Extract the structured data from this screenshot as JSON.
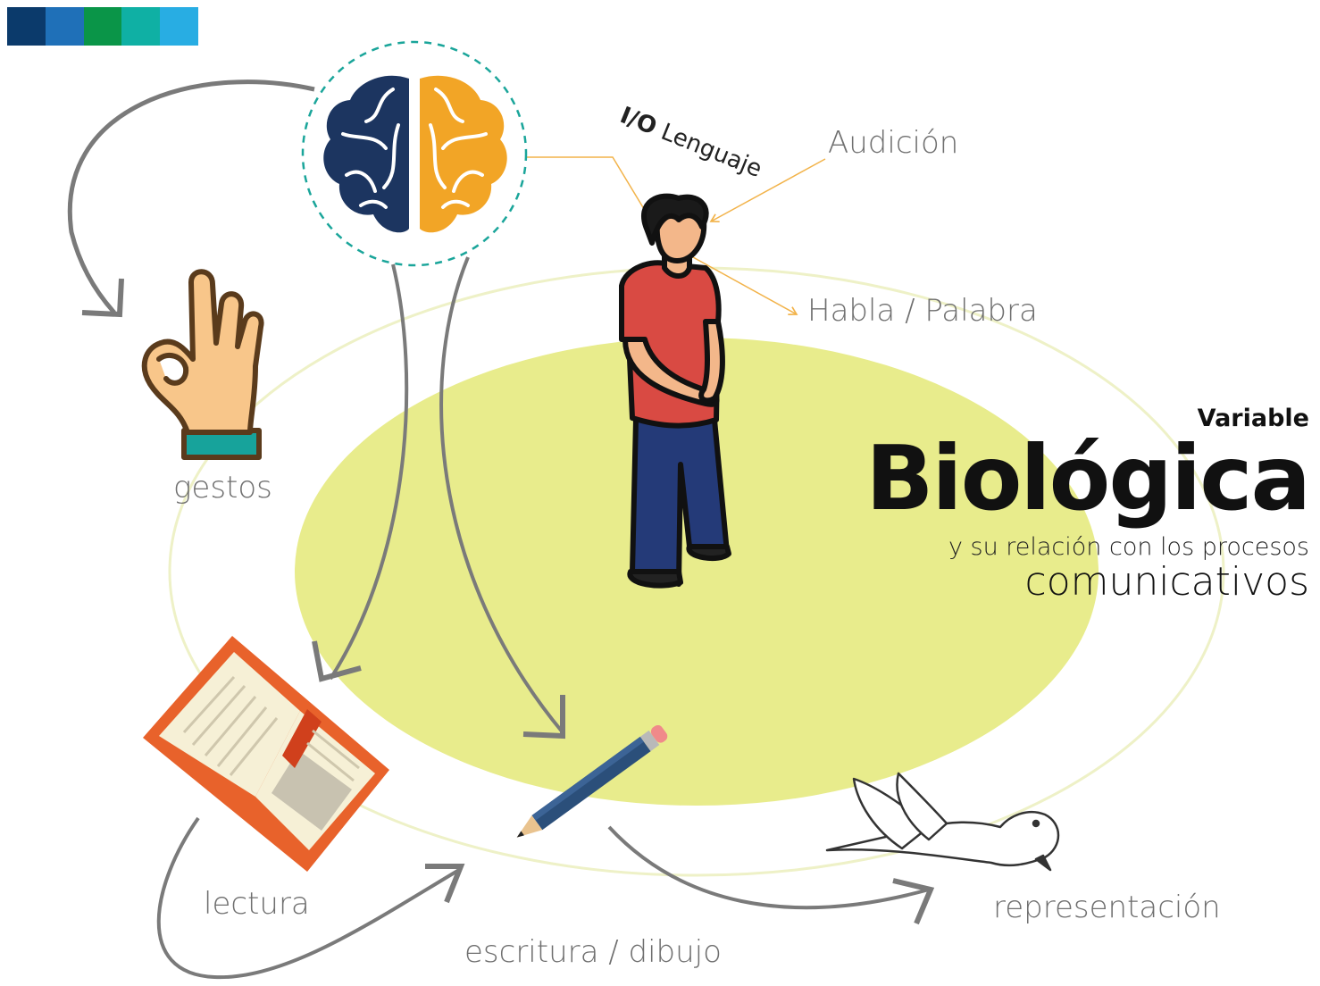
{
  "color_bar": [
    "#0b3a6b",
    "#1f70b8",
    "#0a9548",
    "#0fb0a4",
    "#28ade3"
  ],
  "title": {
    "variable": "Variable",
    "main": "Biológica",
    "subtitle": "y su relación con los procesos",
    "subtitle2": "comunicativos"
  },
  "io": {
    "prefix": "I/O",
    "label": "Lenguaje"
  },
  "labels": {
    "audicion": "Audición",
    "habla": "Habla / Palabra",
    "gestos": "gestos",
    "lectura": "lectura",
    "escritura": "escritura / dibujo",
    "representacion": "representación"
  },
  "icons": [
    "brain-icon",
    "person-icon",
    "ok-hand-icon",
    "book-icon",
    "pencil-icon",
    "dove-icon"
  ],
  "colors": {
    "ellipse": "#e8ec8c",
    "brain_left": "#1c3560",
    "brain_right": "#f2a526",
    "dashed_circle": "#1aa59a",
    "connector": "#f2b34a",
    "arrow": "#7a7a7a"
  }
}
